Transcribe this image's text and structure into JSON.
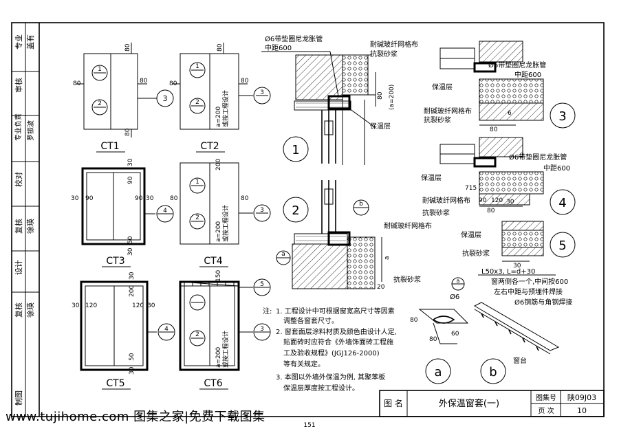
{
  "sidebar": {
    "rows": [
      {
        "role": "专业",
        "sign": "盖有"
      },
      {
        "role": "审核",
        "sign": ""
      },
      {
        "role": "专业负责",
        "sign": "罗振波"
      },
      {
        "role": "校对",
        "sign": ""
      },
      {
        "role": "复核",
        "sign": "徐瑛"
      },
      {
        "role": "设计",
        "sign": ""
      },
      {
        "role": "复核",
        "sign": "徐瑛"
      },
      {
        "role": "制图",
        "sign": ""
      }
    ]
  },
  "frames": {
    "labels": [
      "CT1",
      "CT2",
      "CT3",
      "CT4",
      "CT5",
      "CT6"
    ],
    "markers": {
      "m1": "1",
      "m2": "2",
      "m3": "3",
      "m4": "4",
      "m5": "5",
      "ma": "a",
      "mb": "b"
    },
    "dims": {
      "d80": "80",
      "d30": "30",
      "d90": "90",
      "d50": "50",
      "d120": "120",
      "d200": "200",
      "d150": "150",
      "a200": "a=200",
      "design": "或按工程设计",
      "a_paren": "(a=200)",
      "a": "a",
      "d20": "20",
      "d80b": "80",
      "d715": "715",
      "d60": "60",
      "d1": "1",
      "d6": "6"
    }
  },
  "sections": {
    "anchor": "Ø6带垫圈尼龙胀管",
    "spacing": "中距600",
    "mesh": "耐碱玻纤网格布",
    "mortar": "抗裂砂浆",
    "insulation": "保温层",
    "phi6": "Ø6",
    "steel": "L50x3, L=d+30",
    "weld1": "窗两侧各一个,中间按600",
    "weld2": "左右中距与预埋件焊接",
    "weld3": "Ø6钢筋与角钢焊接",
    "sill": "窗台"
  },
  "notes": {
    "label": "注:",
    "n1a": "1. 工程设计中可根据窗宽高尺寸等因素",
    "n1b": "调整各窗套尺寸。",
    "n2a": "2. 窗套面层涂料材质及颜色由设计人定,",
    "n2b": "贴面砖时应符合《外墙饰面砖工程施",
    "n2c": "工及验收规程》(JGJ126-2000)",
    "n2d": "等有关规定。",
    "n3a": "3. 本图以外墙外保温为例, 其聚苯板",
    "n3b": "保温层厚度按工程设计。"
  },
  "title_block": {
    "name_label": "图 名",
    "title": "外保温窗套(一)",
    "atlas_label": "图集号",
    "atlas_no": "陕09J03",
    "page_label": "页 次",
    "page_no": "10"
  },
  "watermark": "www.tujihome.com 图集之家|免费下载图集",
  "bottom_number": "151"
}
